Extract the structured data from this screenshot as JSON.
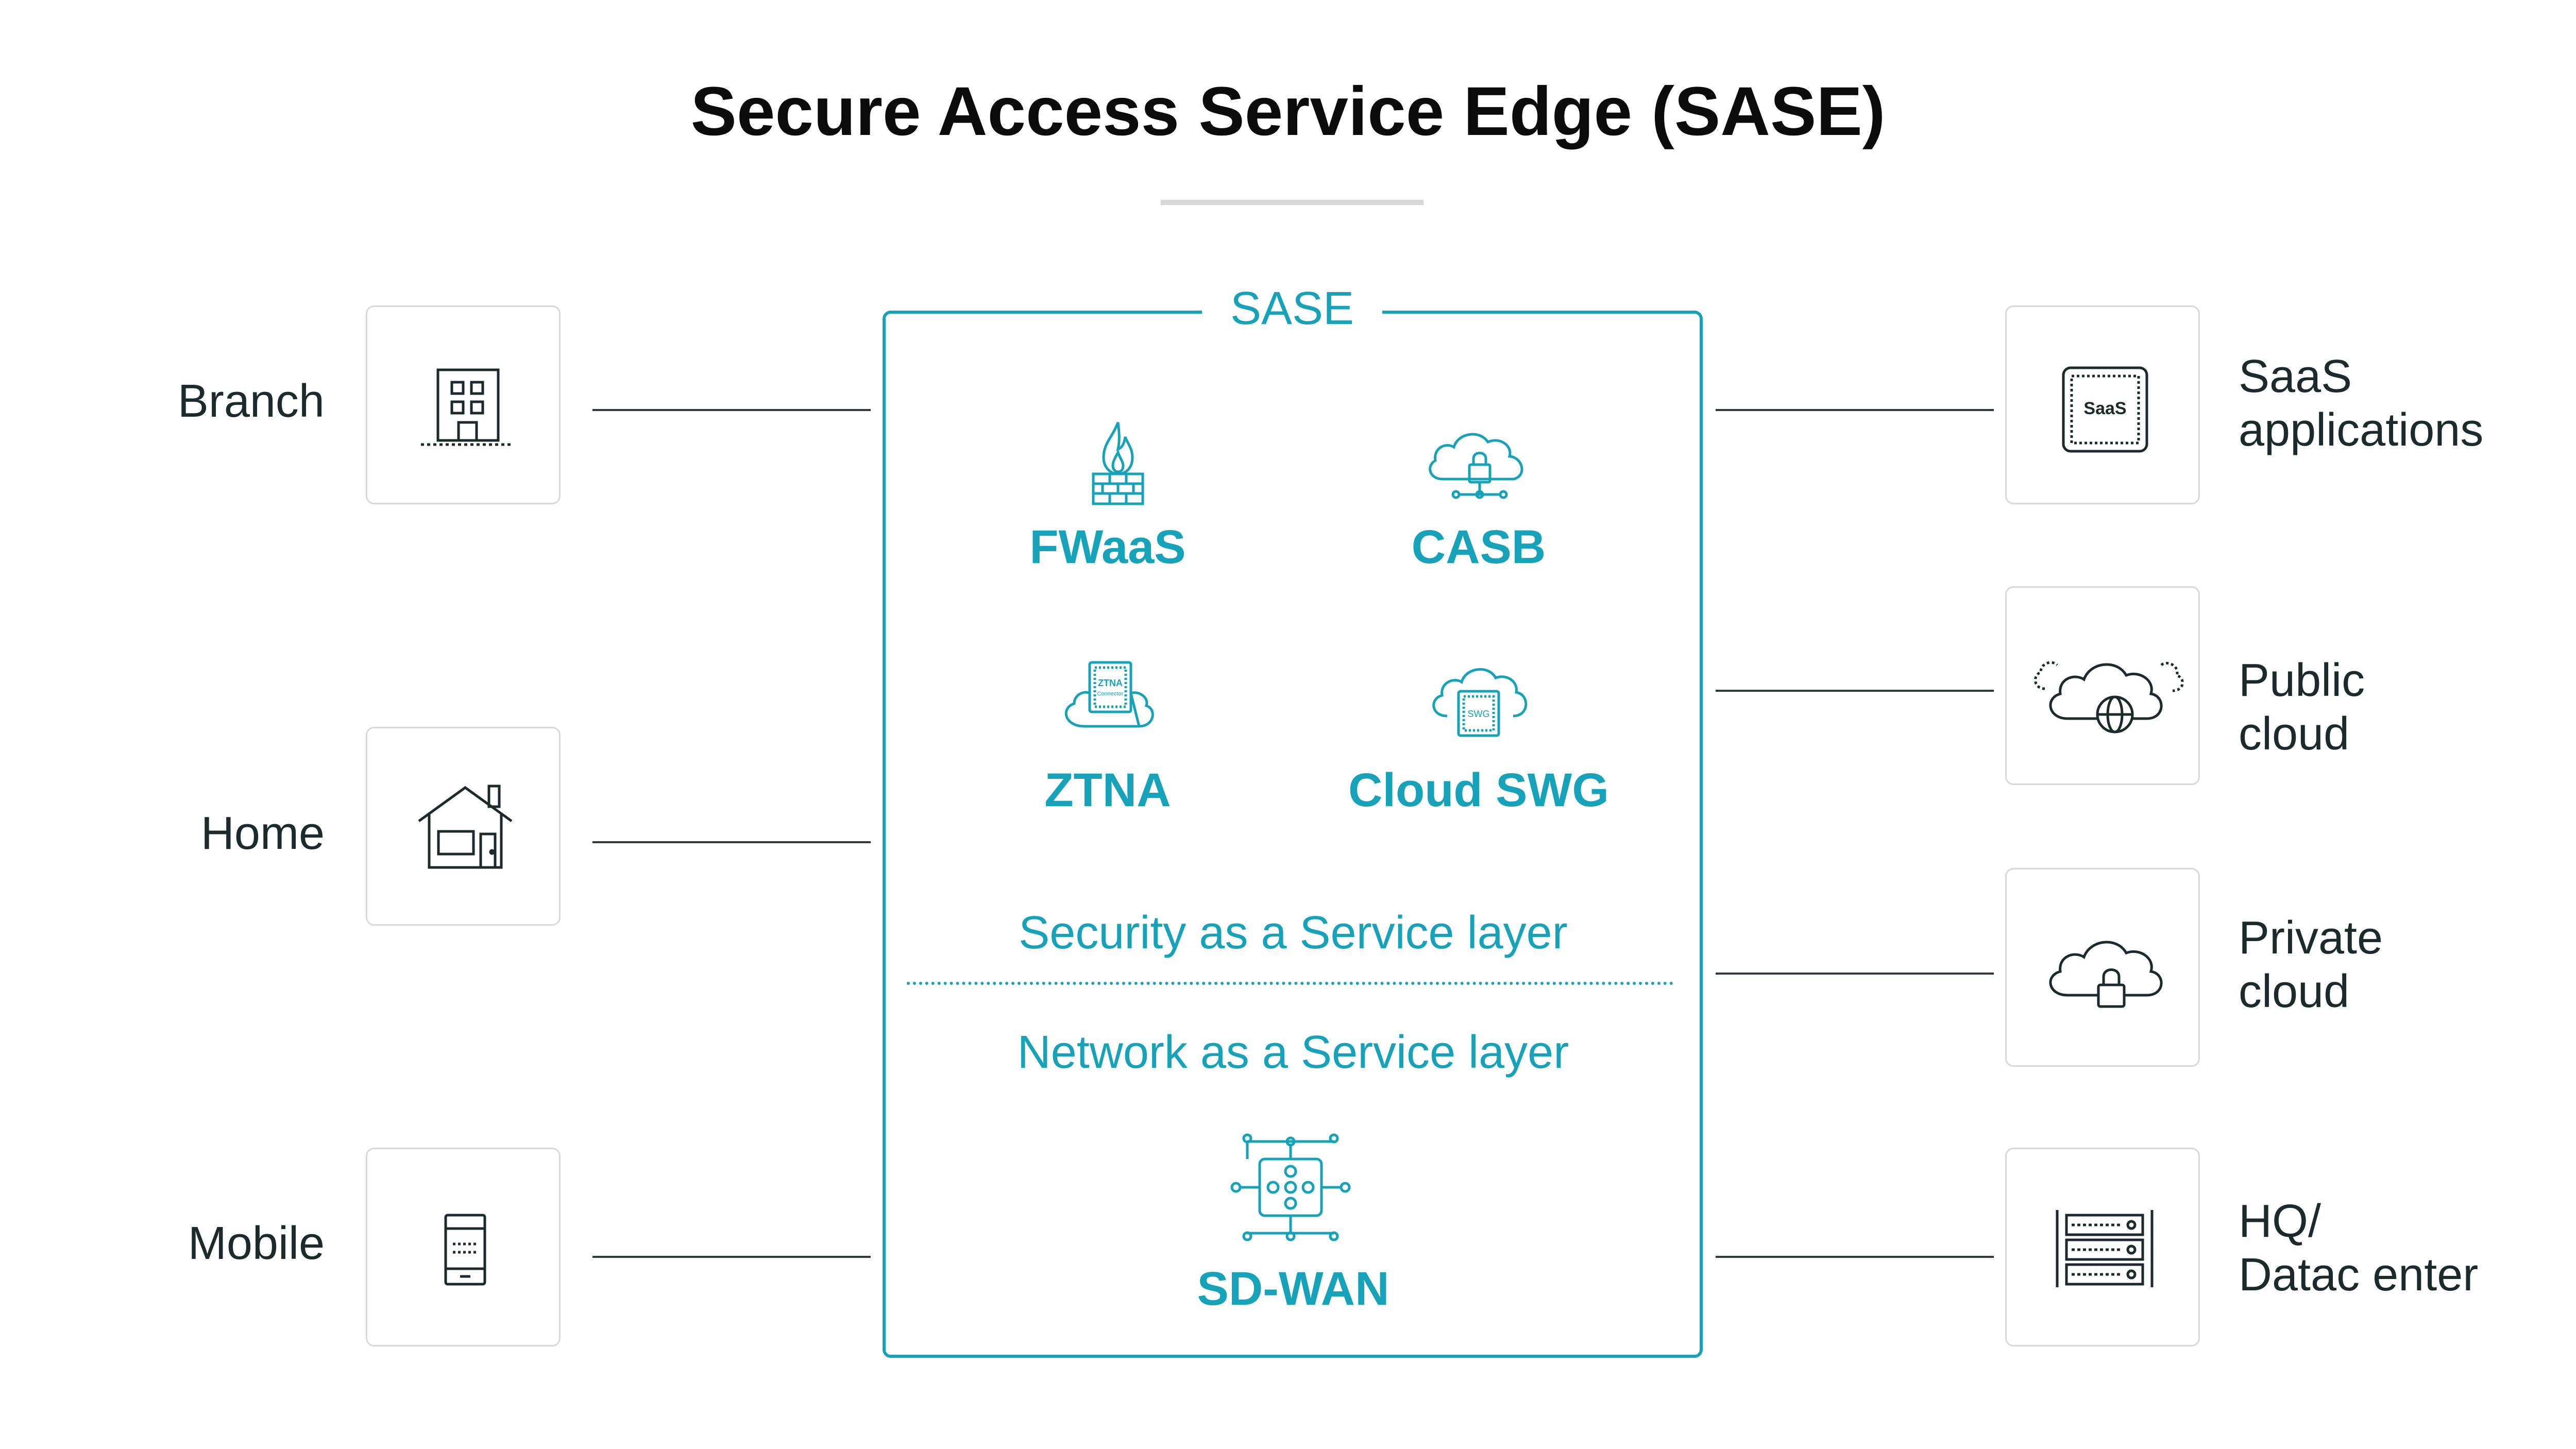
{
  "title": "Secure Access Service Edge (SASE)",
  "colors": {
    "accent": "#16a2b8",
    "text": "#1d2a2c",
    "tile_border": "#d9d9d9",
    "connector": "#33393a"
  },
  "sase": {
    "label": "SASE",
    "services": [
      {
        "label": "FWaaS",
        "icon": "firewall-flame-icon"
      },
      {
        "label": "CASB",
        "icon": "cloud-lock-network-icon"
      },
      {
        "label": "ZTNA",
        "icon": "ztna-connector-cloud-icon",
        "icon_text": [
          "ZTNA",
          "Connector"
        ]
      },
      {
        "label": "Cloud SWG",
        "icon": "cloud-swg-icon",
        "icon_text": "SWG"
      }
    ],
    "security_layer": "Security as a Service layer",
    "network_layer": "Network as a Service layer",
    "sdwan": {
      "label": "SD-WAN",
      "icon": "sd-wan-network-icon"
    }
  },
  "sources": [
    {
      "label": "Branch",
      "icon": "office-building-icon"
    },
    {
      "label": "Home",
      "icon": "house-icon"
    },
    {
      "label": "Mobile",
      "icon": "mobile-phone-icon"
    }
  ],
  "destinations": [
    {
      "label": "SaaS\napplications",
      "icon": "saas-app-icon",
      "icon_text": "SaaS"
    },
    {
      "label": "Public\ncloud",
      "icon": "public-cloud-globe-icon"
    },
    {
      "label": "Private\ncloud",
      "icon": "private-cloud-lock-icon"
    },
    {
      "label": "HQ/\nDatac enter",
      "icon": "server-rack-icon"
    }
  ]
}
